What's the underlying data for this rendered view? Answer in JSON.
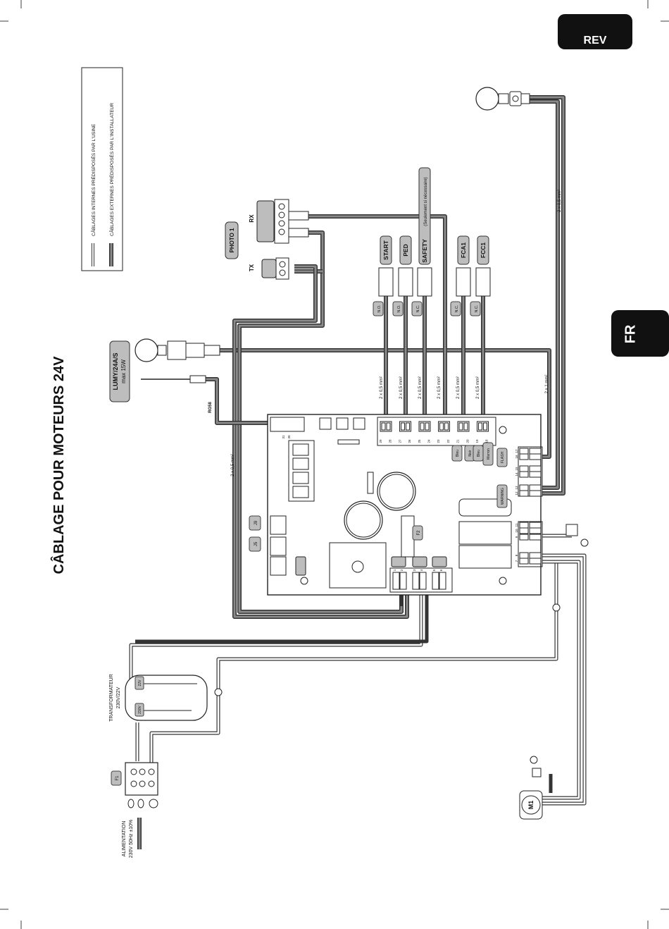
{
  "header": {
    "rev_label": "REV",
    "lang_label": "FR",
    "title": "CÂBLAGE POUR MOTEURS 24V"
  },
  "legend": {
    "internal": "CÂBLAGES INTERNES PRÉDISPOSÉS PAR L'USINE",
    "external": "CÂBLAGES EXTERNES PRÉDISPOSÉS PAR L'INSTALLATEUR"
  },
  "photocells": {
    "name": "PHOTO 1",
    "tx": "TX",
    "rx": "RX"
  },
  "flasher": {
    "model": "LUMY/24A/S",
    "power": "max 15W",
    "antenna": "RG58"
  },
  "inputs": [
    {
      "name": "START",
      "contact": "N.O."
    },
    {
      "name": "PED",
      "contact": "N.O."
    },
    {
      "name": "SAFETY",
      "note": "(Seulement si nécessaire)",
      "contact": "N.C."
    },
    {
      "name": "FCA1",
      "contact": "N.C."
    },
    {
      "name": "FCC1",
      "contact": "N.C."
    }
  ],
  "cables": {
    "signal": "2 x 0,5 mm²",
    "flash": "2 x 1 mm²",
    "lamp": "2 x 0,5 mm²",
    "photo": "2 x 0,5 mm²"
  },
  "board": {
    "jumpers": [
      "J9",
      "J5"
    ],
    "fuse": "F2",
    "terminals_top": [
      "31",
      "30",
      "29",
      "28",
      "27",
      "26",
      "25",
      "24",
      "23",
      "22",
      "21",
      "20",
      "19",
      "18"
    ],
    "terminals_right": [
      "17",
      "16",
      "15",
      "14",
      "13",
      "12",
      "11",
      "10",
      "9",
      "8",
      "7"
    ],
    "terminals_bottom": [
      "1",
      "2",
      "3",
      "4",
      "5",
      "6"
    ],
    "side_tags": [
      "Bleu",
      "Noir",
      "Bleu",
      "Marron",
      "FLASH",
      "WARNING"
    ]
  },
  "transformer": {
    "label": "TRANSFORMATEUR",
    "spec": "230V/22V",
    "primary": "230V",
    "secondary": "22V"
  },
  "power": {
    "label": "ALIMENTATION",
    "spec": "230V 50Hz ±10%",
    "fuse": "F1"
  },
  "motor": {
    "label": "M1"
  }
}
